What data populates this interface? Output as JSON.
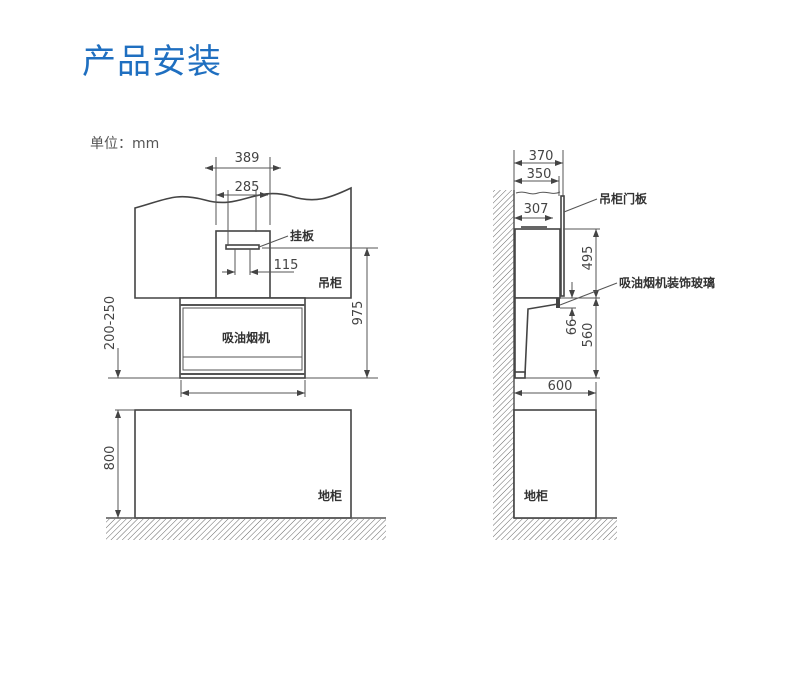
{
  "title": "产品安装",
  "unit_label": "单位：mm",
  "front_view": {
    "dim_outer_width": "389",
    "dim_plate_width": "285",
    "dim_plate_offset": "115",
    "label_plate": "挂板",
    "label_upper_cabinet": "吊柜",
    "label_hood": "吸油烟机",
    "dim_height_975": "975",
    "dim_gap": "200-250",
    "dim_counter_height": "800",
    "label_base_cabinet": "地柜"
  },
  "side_view": {
    "dim_370": "370",
    "dim_350": "350",
    "dim_307": "307",
    "label_door": "吊柜门板",
    "dim_495": "495",
    "label_glass": "吸油烟机装饰玻璃",
    "dim_66": "66",
    "dim_560": "560",
    "dim_600": "600",
    "label_base_cabinet": "地柜"
  },
  "colors": {
    "title": "#1f6fc0",
    "line": "#444444"
  }
}
